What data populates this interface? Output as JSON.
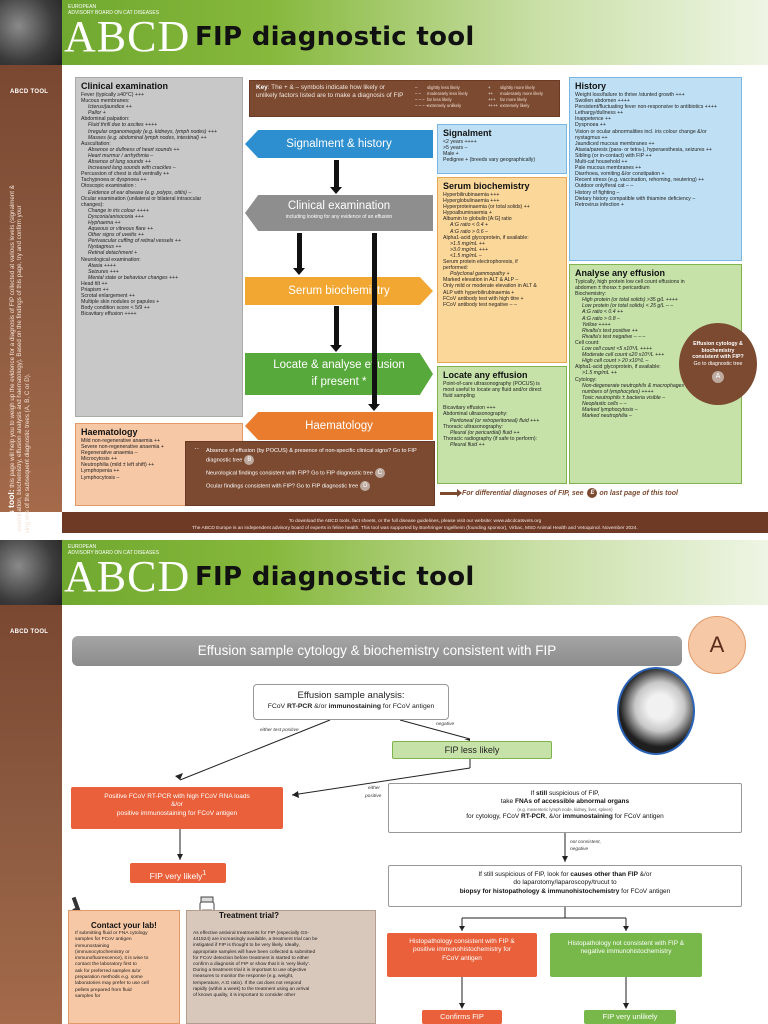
{
  "page1": {
    "logo": {
      "sub1": "EUROPEAN",
      "sub2": "ADVISORY BOARD ON CAT DISEASES",
      "name": "ABCD"
    },
    "title": "FIP diagnostic tool",
    "strip_label": "ABCD TOOL",
    "howto": {
      "bold": "How to use this tool:",
      "text": "this page will help you to weigh up the evidence for a diagnosis of FIP collected at various levels (signalment & history, clinical examination, biochemistry, effusion analysis and haematology). Based on the findings of this page, try and confirm your diagnosis by using one of the subsequent diagnostic trees (A, B, C or D)."
    },
    "clinical": {
      "title": "Clinical examination",
      "lines": [
        {
          "t": "Fever (typically ≥40°C) +++",
          "i": false
        },
        {
          "t": "Mucous membranes:",
          "i": false
        },
        {
          "t": "Icterus/jaundice ++",
          "i": true
        },
        {
          "t": "Pallor +",
          "i": true
        },
        {
          "t": "Abdominal palpation:",
          "i": false
        },
        {
          "t": "Fluid thrill due to ascites ++++",
          "i": true
        },
        {
          "t": "Irregular organomegaly (e.g. kidneys, lymph nodes) +++",
          "i": true
        },
        {
          "t": "Masses (e.g. abdominal lymph nodes, intestinal) ++",
          "i": true
        },
        {
          "t": "Auscultation:",
          "i": false
        },
        {
          "t": "Absence or dullness of heart sounds ++",
          "i": true
        },
        {
          "t": "Heart murmur / arrhythmia –",
          "i": true
        },
        {
          "t": "Absence of lung sounds ++",
          "i": true
        },
        {
          "t": "Increased lung sounds with crackles –",
          "i": true
        },
        {
          "t": "Percussion of chest is dull ventrally ++",
          "i": false
        },
        {
          "t": "Tachypnoea or dyspnoea ++",
          "i": false
        },
        {
          "t": "Otoscopic examination :",
          "i": false
        },
        {
          "t": "Evidence of ear disease (e.g. polyps, otitis) –",
          "i": true
        },
        {
          "t": "Ocular examination (unilateral or bilateral intraocular",
          "i": false
        },
        {
          "t": "changes):",
          "i": false
        },
        {
          "t": "Change in iris colour ++++",
          "i": true
        },
        {
          "t": "Dyscoria/anisocoria +++",
          "i": true
        },
        {
          "t": "Hyphaema ++",
          "i": true
        },
        {
          "t": "Aqueous or vitreous flare ++",
          "i": true
        },
        {
          "t": "Other signs of uveitis ++",
          "i": true
        },
        {
          "t": "Perivascular cuffing of retinal vessels ++",
          "i": true
        },
        {
          "t": "Nystagmus ++",
          "i": true
        },
        {
          "t": "Retinal detachment +",
          "i": true
        },
        {
          "t": "Neurological examination:",
          "i": false
        },
        {
          "t": "Ataxia ++++",
          "i": true
        },
        {
          "t": "Seizures +++",
          "i": true
        },
        {
          "t": "Mental state or behaviour changes +++",
          "i": true
        },
        {
          "t": "Head tilt ++",
          "i": false
        },
        {
          "t": "Priapism ++",
          "i": false
        },
        {
          "t": "Scrotal enlargement ++",
          "i": false
        },
        {
          "t": "Multiple skin nodules or papules +",
          "i": false
        },
        {
          "t": "Body condition score < 5/9 ++",
          "i": false
        },
        {
          "t": "Bicavitary effusion ++++",
          "i": false
        }
      ]
    },
    "haematology": {
      "title": "Haematology",
      "lines": [
        "Mild non-regenerative anaemia ++",
        "Severe non-regenerative anaemia +",
        "Regenerative anaemia –",
        "Microcytosis ++",
        "Neutrophilia (mild ± left shift) ++",
        "Lymphopenia ++",
        "Lymphocytosis –"
      ]
    },
    "key": {
      "bold": "Key",
      "text": ": The + & – symbols indicate how likely or unlikely factors listed are to make a diagnosis of FIP",
      "minus": [
        {
          "sym": "–",
          "label": "slightly less likely"
        },
        {
          "sym": "– –",
          "label": "moderately less likely"
        },
        {
          "sym": "– – –",
          "label": "far less likely"
        },
        {
          "sym": "– – – –",
          "label": "extremely unlikely"
        }
      ],
      "plus": [
        {
          "sym": "+",
          "label": "slightly more likely"
        },
        {
          "sym": "++",
          "label": "moderately more likely"
        },
        {
          "sym": "+++",
          "label": "far more likely"
        },
        {
          "sym": "++++",
          "label": "extremely likely"
        }
      ]
    },
    "flow": {
      "signalment": "Signalment & history",
      "clinical": "Clinical examination",
      "clinical_sub": "including looking for any evidence of an effusion",
      "serum": "Serum biochemistry",
      "locate1": "Locate & analyse effusion",
      "locate2": "if present *",
      "haematology": "Haematology"
    },
    "signalment": {
      "title": "Signalment",
      "lines": [
        "<2 years ++++",
        ">5 years –",
        "Male +",
        "Pedigree + (breeds vary geographically)"
      ]
    },
    "serum": {
      "title": "Serum biochemistry",
      "lines": [
        {
          "t": "Hyperbilirubinaemia +++",
          "i": false
        },
        {
          "t": "Hyperglobulinaemia +++",
          "i": false
        },
        {
          "t": "Hyperproteinaemia (or total solids) ++",
          "i": false
        },
        {
          "t": "Hypoalbuminaemia +",
          "i": false
        },
        {
          "t": "Albumin to globulin [A:G] ratio",
          "i": false
        },
        {
          "t": "A:G ratio < 0.4 +",
          "i": true
        },
        {
          "t": "A:G ratio > 0.6 –",
          "i": true
        },
        {
          "t": "Alpha1-acid glycoprotein, if available:",
          "i": false
        },
        {
          "t": ">1.5 mg/mL ++",
          "i": true
        },
        {
          "t": ">3.0 mg/mL +++",
          "i": true
        },
        {
          "t": "<1.5 mg/mL –",
          "i": true
        },
        {
          "t": "Serum protein electrophoresis, if",
          "i": false
        },
        {
          "t": "performed:",
          "i": false
        },
        {
          "t": "Polyclonal gammopathy +",
          "i": true
        },
        {
          "t": "Marked elevation in ALT & ALP –",
          "i": false
        },
        {
          "t": "Only mild or moderate elevation in ALT &",
          "i": false
        },
        {
          "t": "ALP with hyperbilirubinaemia +",
          "i": false
        },
        {
          "t": "FCoV antibody test with high titre +",
          "i": false
        },
        {
          "t": "FCoV antibody test negative – –",
          "i": false
        }
      ]
    },
    "locate": {
      "title": "Locate any effusion",
      "lines": [
        {
          "t": "Point-of-care ultrasonography (POCUS) is",
          "i": false
        },
        {
          "t": "most useful to locate any fluid and/or direct",
          "i": false
        },
        {
          "t": "fluid sampling",
          "i": false
        },
        {
          "t": "",
          "i": false
        },
        {
          "t": "Bicavitary effusion +++",
          "i": false
        },
        {
          "t": "Abdominal ultrasonography:",
          "i": false
        },
        {
          "t": "Peritoneal (or retroperitoneal) fluid +++",
          "i": true
        },
        {
          "t": "Thoracic ultrasonography:",
          "i": false
        },
        {
          "t": "Pleural (or pericardial) fluid ++",
          "i": true
        },
        {
          "t": "Thoracic radiography (if safe to perform):",
          "i": false
        },
        {
          "t": "Pleural fluid ++",
          "i": true
        }
      ]
    },
    "history": {
      "title": "History",
      "lines": [
        "Weight loss/failure to thrive /stunted growth +++",
        "Swollen abdomen ++++",
        "Persistent/fluctuating fever non-responsive to antibiotics ++++",
        "Lethargy/dullness ++",
        "Inappetence ++",
        "Dyspnoea ++",
        "Vision or ocular abnormalities incl. iris colour change &/or",
        "  nystagmus ++",
        "Jaundiced mucous membranes ++",
        "Ataxia/paresis (para- or tetra-), hyperaesthesia, seizures ++",
        "Sibling (or in-contact) with FIP ++",
        "Multi-cat household ++",
        "Pale mucous membranes ++",
        "Diarrhoea, vomiting &/or constipation +",
        "Recent stress (e.g. vaccination, rehoming, neutering) ++",
        "Outdoor only/feral cat – –",
        "History of fighting –",
        "Dietary history compatible with thiamine deficiency –",
        "Retrovirus infection +"
      ]
    },
    "analyse": {
      "title": "Analyse any effusion",
      "lines": [
        {
          "t": "Typically, high protein low cell count effusions in",
          "i": false
        },
        {
          "t": "abdomen ± thorax ± pericardium",
          "i": false
        },
        {
          "t": "Biochemistry:",
          "i": false
        },
        {
          "t": "High protein (or total solids) >35 g/L ++++",
          "i": true
        },
        {
          "t": "Low protein (or total solids) < 25 g/L – –",
          "i": true
        },
        {
          "t": "A:G ratio < 0.4 ++",
          "i": true
        },
        {
          "t": "A:G ratio > 0.8 –",
          "i": true
        },
        {
          "t": "Yellow ++++",
          "i": true
        },
        {
          "t": "Rivalta's test positive ++",
          "i": true
        },
        {
          "t": "Rivalta's test negative – – –",
          "i": true
        },
        {
          "t": "Cell count:",
          "i": false
        },
        {
          "t": "Low cell count <5 x10⁹/L ++++",
          "i": true
        },
        {
          "t": "Moderate cell count ≤20 x10⁹/L +++",
          "i": true
        },
        {
          "t": "High cell count > 20 x10⁹/L –",
          "i": true
        },
        {
          "t": "Alpha1-acid glycoprotein, if available:",
          "i": false
        },
        {
          "t": ">1.5 mg/mL ++",
          "i": true
        },
        {
          "t": "Cytology:",
          "i": false
        },
        {
          "t": "Non-degenerate neutrophils & macrophages (± low",
          "i": true
        },
        {
          "t": "numbers of lymphocytes) ++++",
          "i": true
        },
        {
          "t": "Toxic neutrophils ± bacteria visible –",
          "i": true
        },
        {
          "t": "Neoplastic cells – –",
          "i": true
        },
        {
          "t": "Marked lymphocytosis –",
          "i": true
        },
        {
          "t": "Marked neutrophilia –",
          "i": true
        }
      ]
    },
    "circle_a": {
      "l1": "Effusion cytology &",
      "l2": "biochemistry",
      "l3": "consistent with FIP?",
      "l4": "Go to diagnostic tree",
      "badge": "A"
    },
    "absence": {
      "l1": "Absence of effusion (by POCUS) & presence of non-specific clinical signs? Go to FIP diagnostic tree",
      "b1": "B",
      "l2": "Neurological findings consistent with FIP? Go to FIP diagnostic tree",
      "b2": "C",
      "l3": "Ocular findings consistent with FIP? Go to FIP diagnostic tree",
      "b3": "D"
    },
    "diffdx": {
      "pre": "For differential diagnoses of FIP, see",
      "badge": "E",
      "post": "on last page of this tool"
    },
    "footer": {
      "l1": "To download the ABCD tools, fact sheets, or the full disease guidelines, please visit our website: www.abcdcatsvets.org",
      "l2": "The ABCD Europe is an independent advisory board of experts in feline health. This tool was supported by Boehringer Ingelheim (founding sponsor), Virbac, MSD Animal Health and Vetoquinol. November 2024."
    }
  },
  "page2": {
    "logo": {
      "sub1": "EUROPEAN",
      "sub2": "ADVISORY BOARD ON CAT DISEASES",
      "name": "ABCD"
    },
    "title": "FIP diagnostic tool",
    "strip_label": "ABCD TOOL",
    "banner": "Effusion sample cytology & biochemistry consistent with FIP",
    "badge": "A",
    "esa": {
      "title": "Effusion sample analysis",
      "colon": ":",
      "pre": "FCoV ",
      "b1": "RT-PCR",
      "mid": " &/or ",
      "b2": "immunostaining",
      "post": " for FCoV antigen"
    },
    "labels": {
      "either_pos": "either test positive",
      "negative": "negative",
      "either": "either",
      "positive": "positive",
      "not_consistent": "not consistent,",
      "negative2": "negative"
    },
    "fip_less_likely": "FIP less likely",
    "pos_fcov": {
      "l1": "Positive FCoV RT-PCR with high FCoV RNA loads",
      "l2": "&/or",
      "l3": "positive immunostaining for FCoV antigen"
    },
    "still": {
      "l1a": "If ",
      "l1b": "still",
      "l1c": " suspicious of FIP,",
      "l2a": "take ",
      "l2b": "FNAs of accessible abnormal organs",
      "l3": "(e.g. mesenteric lymph node, kidney, liver, spleen)",
      "l4a": "for cytology, FCoV ",
      "l4b": "RT-PCR",
      "l4c": ", &/or ",
      "l4d": "immunostaining",
      "l4e": " for FCoV antigen"
    },
    "fip_very_likely": "FIP very likely",
    "fip_very_likely_sup": "1",
    "still2": {
      "l1a": "If still suspicious of FIP, look for ",
      "l1b": "causes other than FIP",
      "l1c": " &/or",
      "l2": "do laparotomy/laparoscopy/trucut to",
      "l3a": "biopsy for histopathology & immunohistochemistry",
      "l3b": " for FCoV antigen"
    },
    "histo_c": {
      "l1": "Histopathology consistent with FIP &",
      "l2": "positive immunohistochemistry for",
      "l3": "FCoV antigen"
    },
    "histo_nc": {
      "l1": "Histopathology not consistent with FIP &",
      "l2": "negative immunohistochemistry"
    },
    "confirms": "Confirms FIP",
    "fip_unlikely": "FIP very unlikely",
    "contact": {
      "title": "Contact your lab!",
      "lines": [
        "If submitting fluid or FNA cytology",
        "samples for FCoV antigen",
        "immunostaining",
        "(immunocytochemistry or",
        "immunofluorescence), it is wise to",
        "contact the laboratory first to",
        "ask for preferred samples &/or",
        "preparation methods e.g. some",
        "laboratories may prefer to use cell",
        "pellets prepared from fluid",
        "samples for"
      ]
    },
    "trial": {
      "title": "Treatment trial?",
      "lines": [
        "As effective antiviral treatments for FIP (especially GS-",
        "441524) are increasingly available, a treatment trial can be",
        "instigated if FIP is thought to be very likely. Ideally,",
        "appropriate samples will have been collected & submitted",
        "for FCoV detection before treatment is started to either",
        "confirm a diagnosis of FIP or show that it is 'very likely'.",
        "During a treatment trial it is important to use objective",
        "measures to monitor the response (e.g. weight,",
        "temperature, A:G ratio). If the cat does not respond",
        "rapidly (within a week) to the treatment using an arrival",
        "of known quality, it is important to consider other"
      ]
    }
  }
}
